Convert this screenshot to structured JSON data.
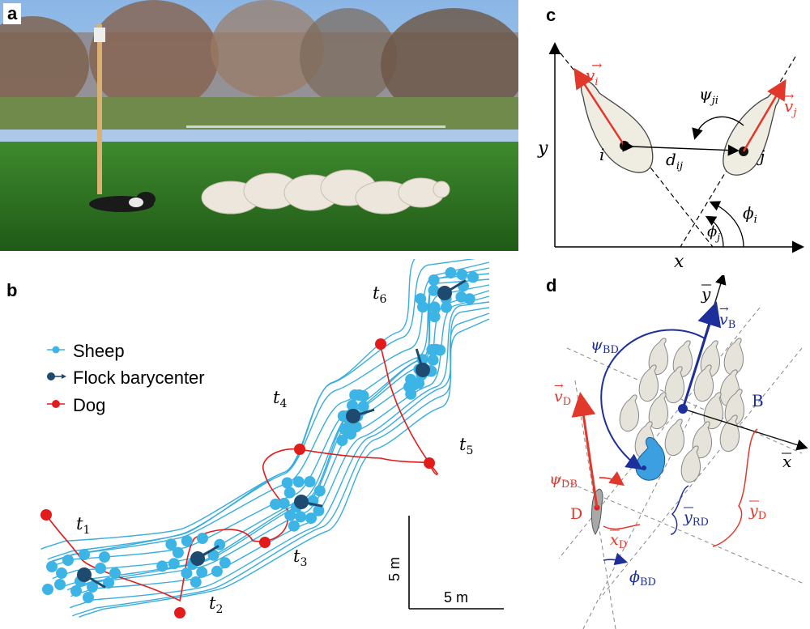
{
  "panels": {
    "a": {
      "letter": "a"
    },
    "b": {
      "letter": "b",
      "legend": {
        "sheep": "Sheep",
        "barycenter": "Flock barycenter",
        "dog": "Dog"
      },
      "time_labels": {
        "t1": "t",
        "t1s": "1",
        "t2": "t",
        "t2s": "2",
        "t3": "t",
        "t3s": "3",
        "t4": "t",
        "t4s": "4",
        "t5": "t",
        "t5s": "5",
        "t6": "t",
        "t6s": "6"
      },
      "scalebar": {
        "vertical": "5 m",
        "horizontal": "5 m"
      }
    },
    "c": {
      "letter": "c",
      "labels": {
        "vi": "v",
        "vi_sub": "i",
        "vj": "v",
        "vj_sub": "j",
        "psi": "ψ",
        "psi_sub": "ji",
        "d": "d",
        "d_sub": "ij",
        "i": "i",
        "j": "j",
        "y": "y",
        "x": "x",
        "phi_i": "ϕ",
        "phi_i_sub": "i",
        "phi_j": "ϕ",
        "phi_j_sub": "j"
      }
    },
    "d": {
      "letter": "d",
      "labels": {
        "ybar": "y",
        "vB": "v",
        "vB_sub": "B",
        "psiBD": "ψ",
        "psiBD_sub": "BD",
        "B": "B",
        "vD": "v",
        "vD_sub": "D",
        "xbar": "x",
        "psiDB": "ψ",
        "psiDB_sub": "DB",
        "D": "D",
        "yRD": "y",
        "yRD_sub": "RD",
        "yD": "y",
        "yD_sub": "D",
        "xD": "x",
        "xD_sub": "D",
        "phiBD": "ϕ",
        "phiBD_sub": "BD"
      }
    }
  },
  "colors": {
    "sheep": "#3cb4e6",
    "barycenter": "#1d4a6e",
    "dog": "#e21b1b",
    "trace": "#2fa9dc",
    "navy": "#1d2f9a",
    "red": "#e2382c"
  }
}
